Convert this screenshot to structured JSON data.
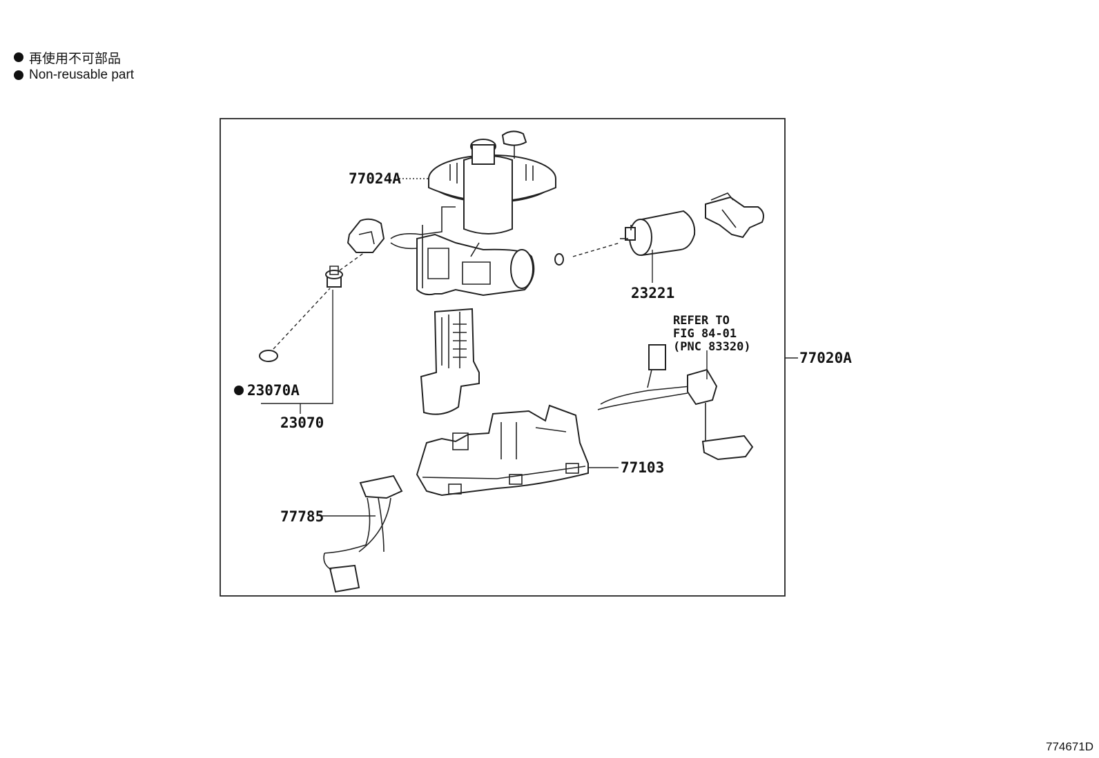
{
  "legend": {
    "items": [
      {
        "symbol": "filled-circle",
        "label": "再使用不可部品"
      },
      {
        "symbol": "filled-circle",
        "label": "Non-reusable part"
      }
    ]
  },
  "callouts": {
    "p77024A": "77024A",
    "p23221": "23221",
    "p23070A": "23070A",
    "p23070": "23070",
    "p77020A": "77020A",
    "p77103": "77103",
    "p77785": "77785"
  },
  "refer_note": {
    "line1": "REFER TO",
    "line2": "FIG 84-01",
    "line3": "(PNC 83320)"
  },
  "figure_code": "774671D",
  "colors": {
    "line": "#222222",
    "background": "#ffffff"
  }
}
